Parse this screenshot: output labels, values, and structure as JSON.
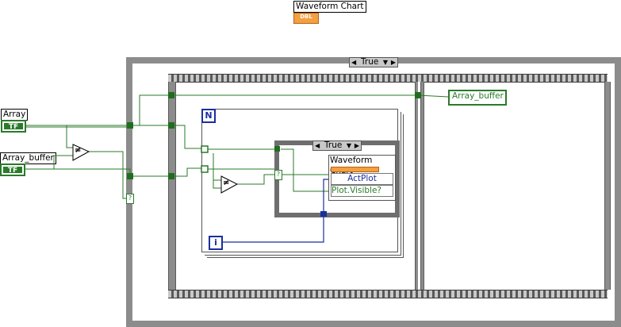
{
  "labels": {
    "waveform_chart_top": "Waveform Chart",
    "dbl_chip": "DBL",
    "array": "Array",
    "array_buffer": "Array_buffer",
    "array_buffer_out": "Array_buffer",
    "tf": "TF",
    "waveform_chart_inner": "Waveform Chart"
  },
  "case_structures": {
    "outer_selector": "True",
    "inner_selector": "True"
  },
  "for_loop": {
    "count_terminal": "N",
    "iteration_terminal": "i"
  },
  "property_node": {
    "items": [
      "ActPlot",
      "Plot.Visible?"
    ]
  },
  "functions": {
    "not_equal_symbol": "≠",
    "bool_tunnel": "?"
  },
  "colors": {
    "boolean_wire": "#2a7a2a",
    "integer_wire": "#1a2f9e",
    "dbl_chip": "#f2a040",
    "structure_frame": "#8c8c8c"
  }
}
